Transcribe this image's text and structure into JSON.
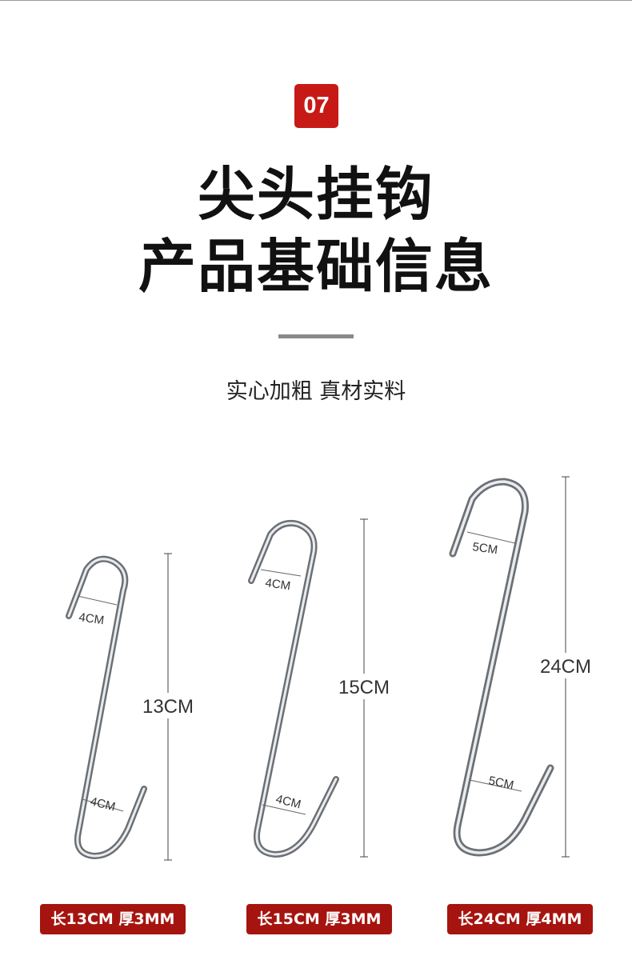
{
  "badge": "07",
  "title_line1": "尖头挂钩",
  "title_line2": "产品基础信息",
  "subtitle": "实心加粗 真材实料",
  "hooks": [
    {
      "length_label": "13CM",
      "top_width_label": "4CM",
      "bottom_width_label": "4CM",
      "spec": "长13CM 厚3MM"
    },
    {
      "length_label": "15CM",
      "top_width_label": "4CM",
      "bottom_width_label": "4CM",
      "spec": "长15CM 厚3MM"
    },
    {
      "length_label": "24CM",
      "top_width_label": "5CM",
      "bottom_width_label": "5CM",
      "spec": "长24CM 厚4MM"
    }
  ],
  "colors": {
    "accent_red": "#c71a17",
    "tag_red": "#a6140f",
    "divider_gray": "#8a8a8a"
  }
}
